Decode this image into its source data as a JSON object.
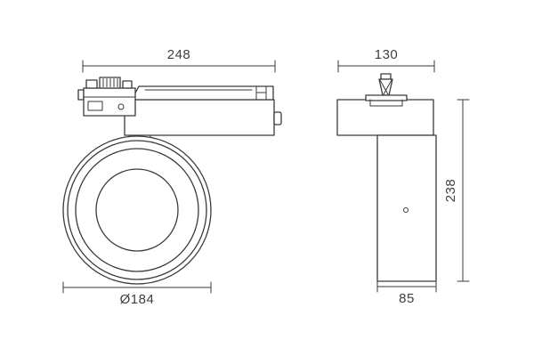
{
  "drawing": {
    "background_color": "#ffffff",
    "line_color": "#3a3a3a",
    "text_color": "#3f3f3f",
    "side_view": {
      "width_label": "248",
      "diameter_label": "Ø184"
    },
    "front_view": {
      "width_label": "130",
      "height_label": "238",
      "depth_label": "85"
    }
  }
}
